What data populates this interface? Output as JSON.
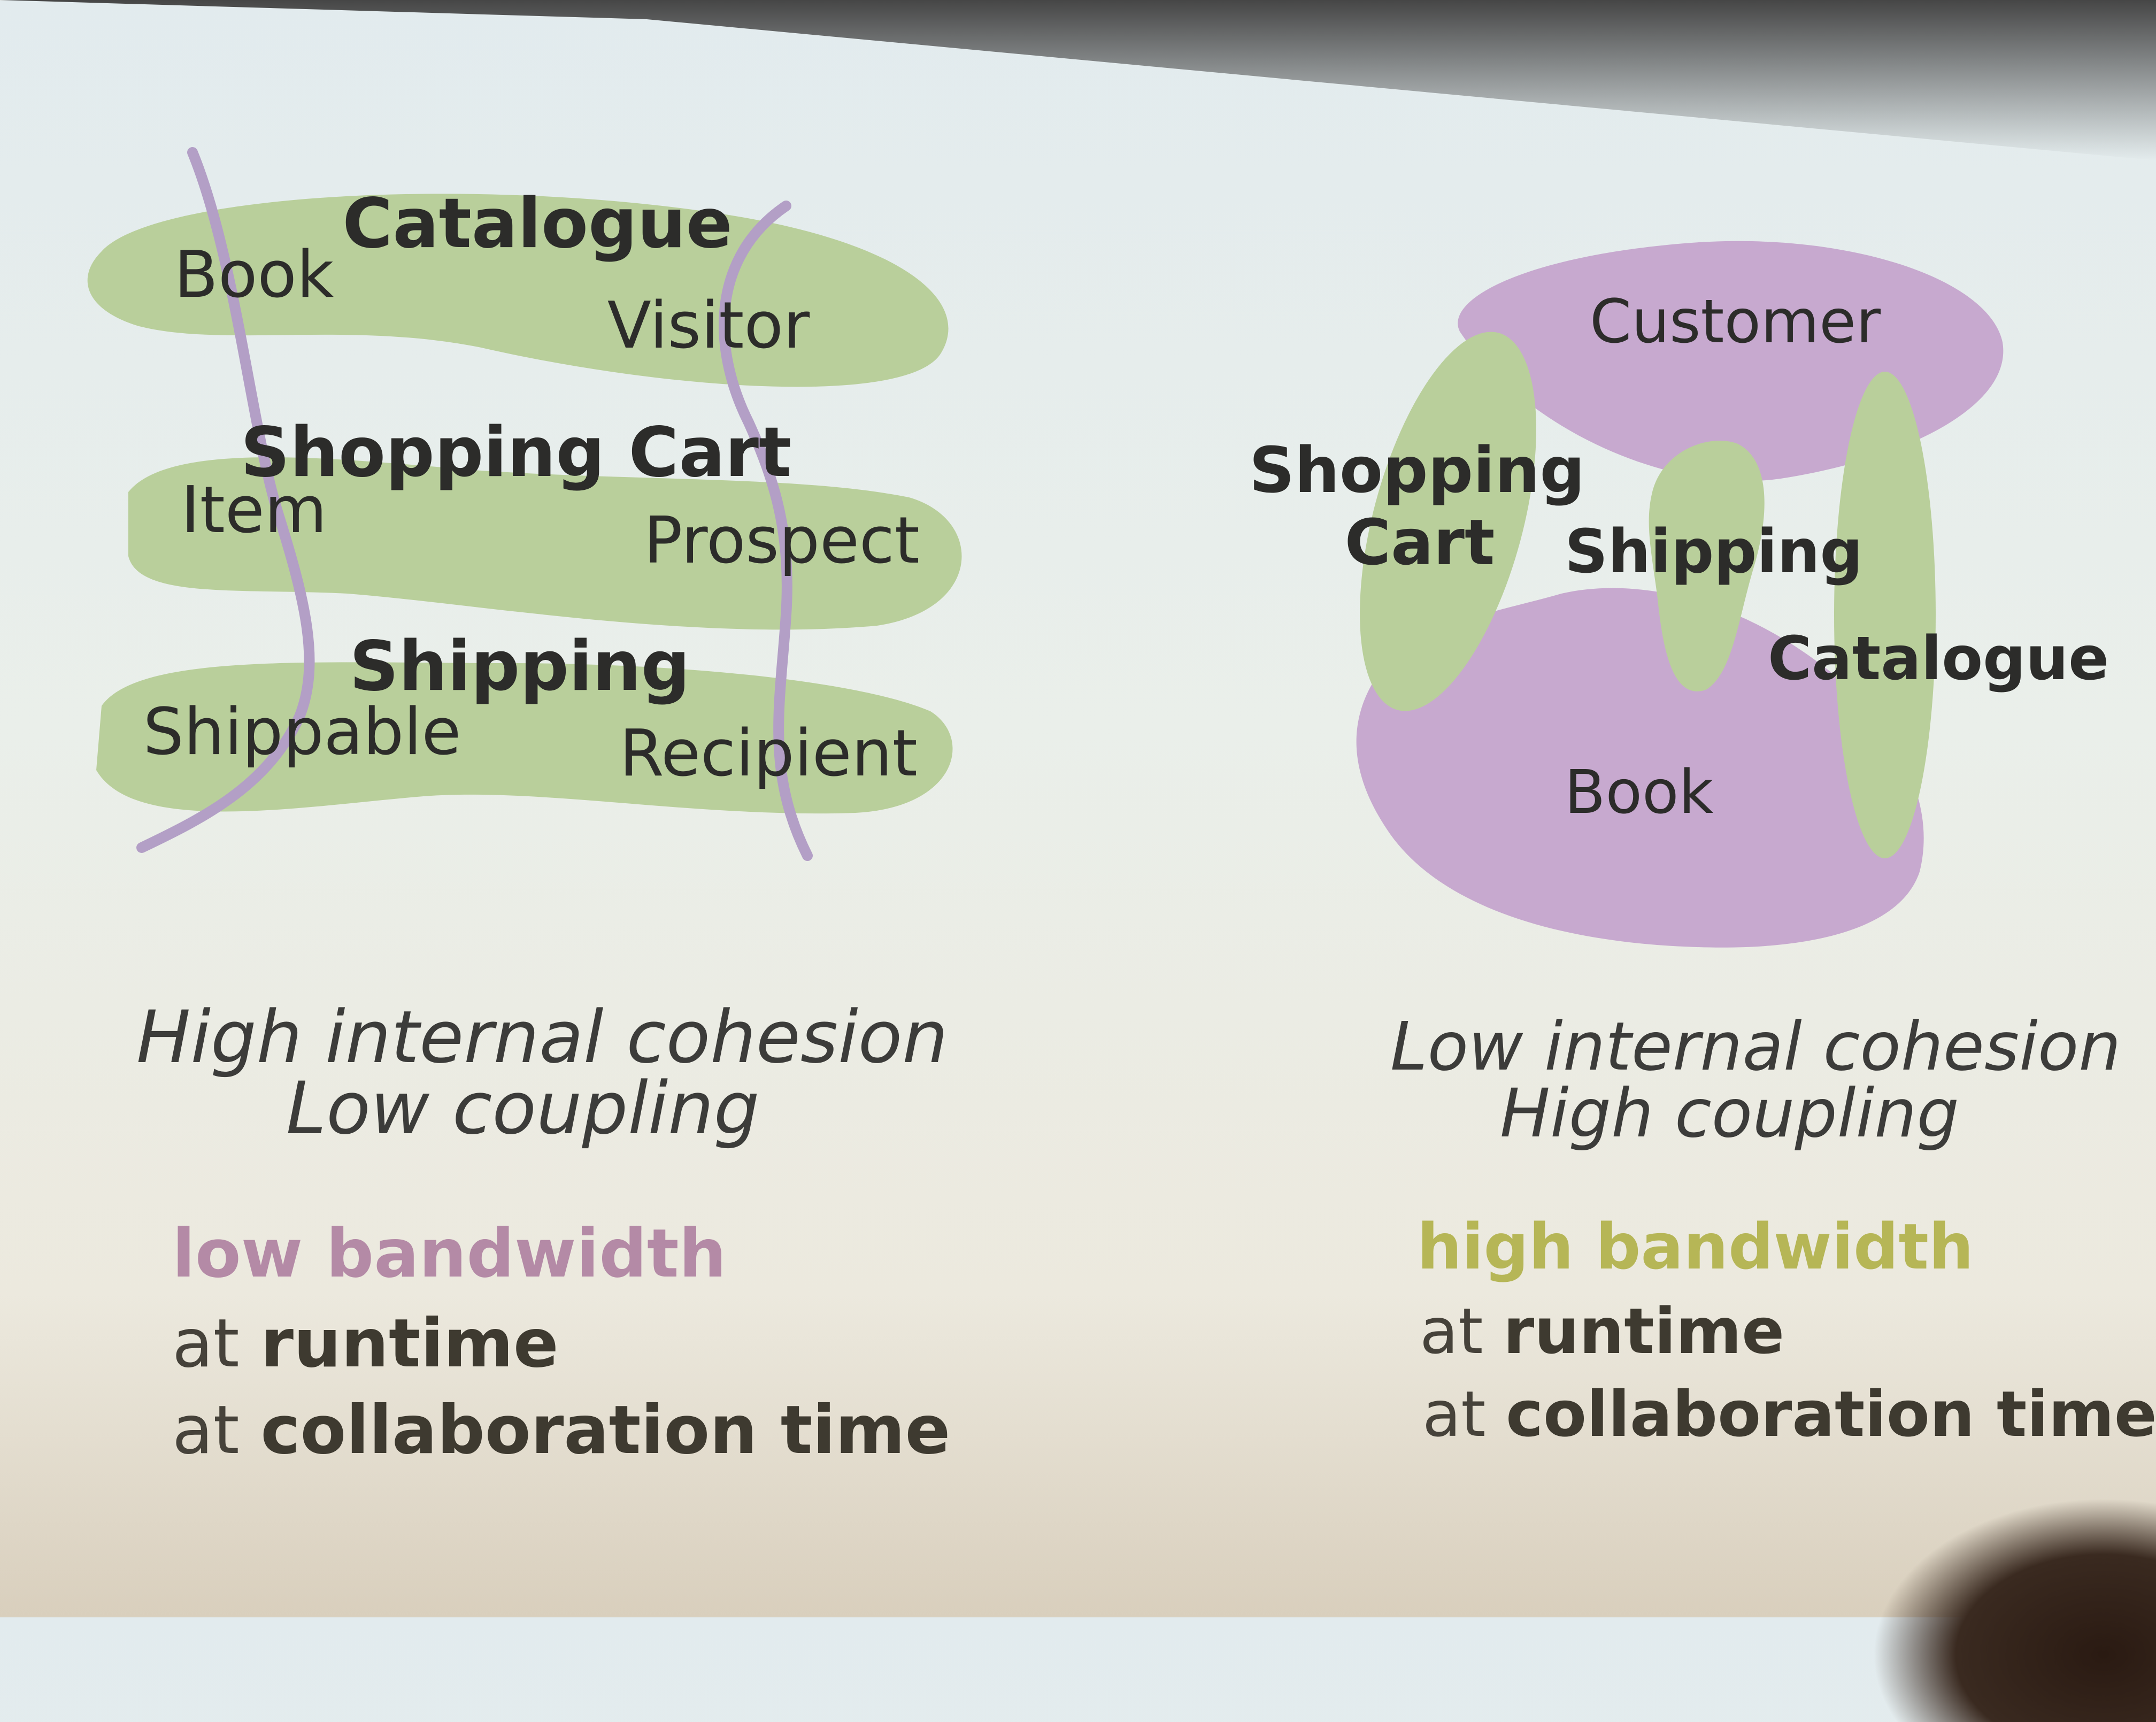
{
  "left_diagram": {
    "contexts": [
      {
        "title": "Catalogue",
        "terms": [
          "Book",
          "Visitor"
        ]
      },
      {
        "title": "Shopping Cart",
        "terms": [
          "Item",
          "Prospect"
        ]
      },
      {
        "title": "Shipping",
        "terms": [
          "Shippable",
          "Recipient"
        ]
      }
    ],
    "caption_line1": "High internal cohesion",
    "caption_line2": "Low coupling",
    "bandwidth_label": "low bandwidth",
    "runtime_prefix": "at",
    "runtime_word": "runtime",
    "collab_prefix": "at",
    "collab_word": "collaboration time"
  },
  "right_diagram": {
    "domain_blobs": [
      "Customer",
      "Book"
    ],
    "context_labels": [
      "Shopping",
      "Cart",
      "Shipping",
      "Catalogue"
    ],
    "caption_line1": "Low internal cohesion",
    "caption_line2": "High coupling",
    "bandwidth_label": "high bandwidth",
    "runtime_prefix": "at",
    "runtime_word": "runtime",
    "collab_prefix": "at",
    "collab_word": "collaboration time"
  },
  "colors": {
    "green": "#b9cf9b",
    "purple": "#c7a9cf",
    "line_purple": "#b39fc6",
    "low_bandwidth": "#b48aa6",
    "high_bandwidth": "#b6b656"
  }
}
